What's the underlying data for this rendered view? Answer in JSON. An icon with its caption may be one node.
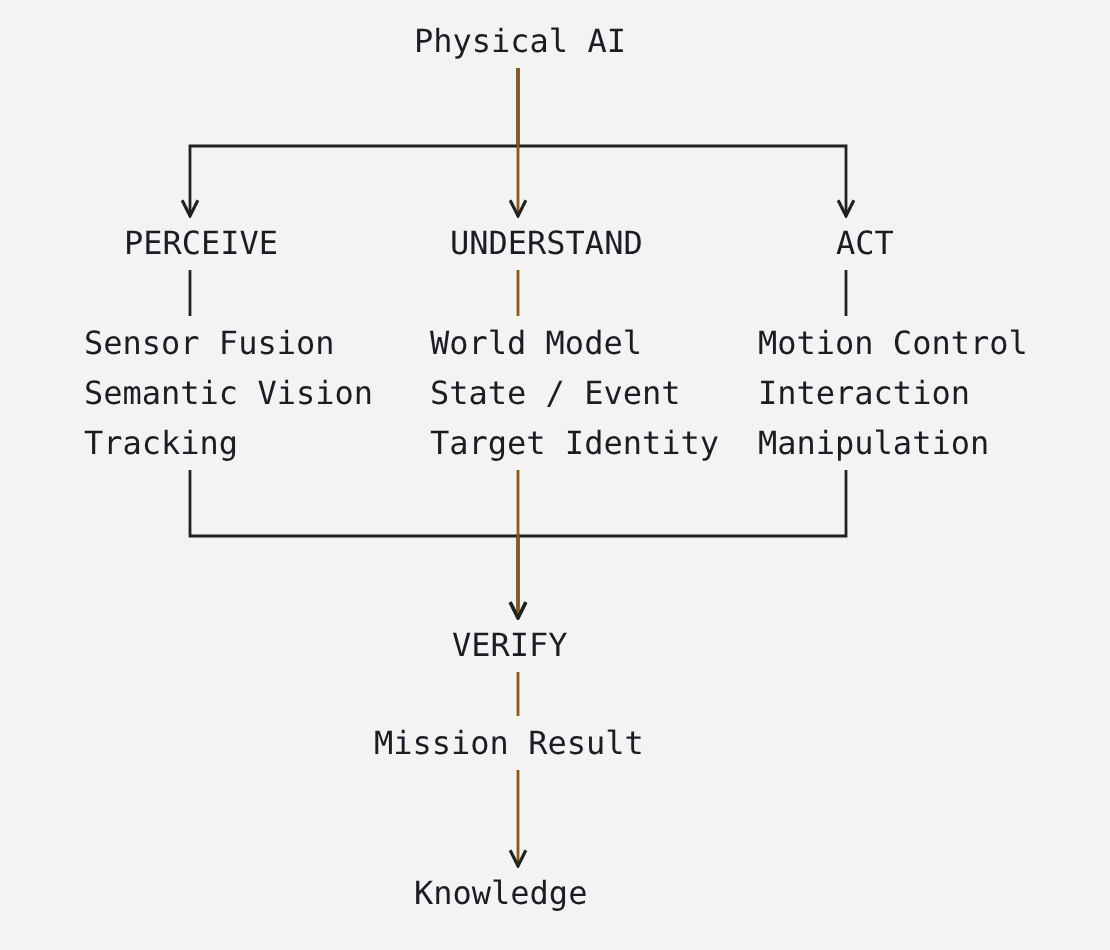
{
  "diagram": {
    "nodes": [
      {
        "text": [
          "Physical AI"
        ]
      },
      {
        "text": [
          "PERCEIVE"
        ]
      },
      {
        "text": [
          "UNDERSTAND"
        ]
      },
      {
        "text": [
          "ACT"
        ]
      },
      {
        "text": [
          "Sensor Fusion",
          "Semantic Vision",
          "Tracking"
        ]
      },
      {
        "text": [
          "World Model",
          "State / Event",
          "Target Identity"
        ]
      },
      {
        "text": [
          "Motion Control",
          "Interaction",
          "Manipulation"
        ]
      },
      {
        "text": [
          "VERIFY"
        ]
      },
      {
        "text": [
          "Mission Result"
        ]
      },
      {
        "text": [
          "Knowledge"
        ]
      }
    ],
    "edges": [
      {
        "from": 0,
        "to": 1,
        "arrow": "to"
      },
      {
        "from": 0,
        "to": 2,
        "arrow": "to",
        "color": "#8a5a10"
      },
      {
        "from": 0,
        "to": 3,
        "arrow": "to"
      },
      {
        "from": 1,
        "to": 4,
        "arrow": "none"
      },
      {
        "from": 2,
        "to": 5,
        "arrow": "none",
        "color": "#8a5a10"
      },
      {
        "from": 3,
        "to": 6,
        "arrow": "none"
      },
      {
        "from": 4,
        "to": 7,
        "arrow": "to"
      },
      {
        "from": 5,
        "to": 7,
        "arrow": "to",
        "color": "#8a5a10"
      },
      {
        "from": 6,
        "to": 7,
        "arrow": "to"
      },
      {
        "from": 7,
        "to": 8,
        "arrow": "none",
        "color": "#8a5a10"
      },
      {
        "from": 8,
        "to": 9,
        "arrow": "to",
        "color": "#8a5a10"
      }
    ]
  }
}
